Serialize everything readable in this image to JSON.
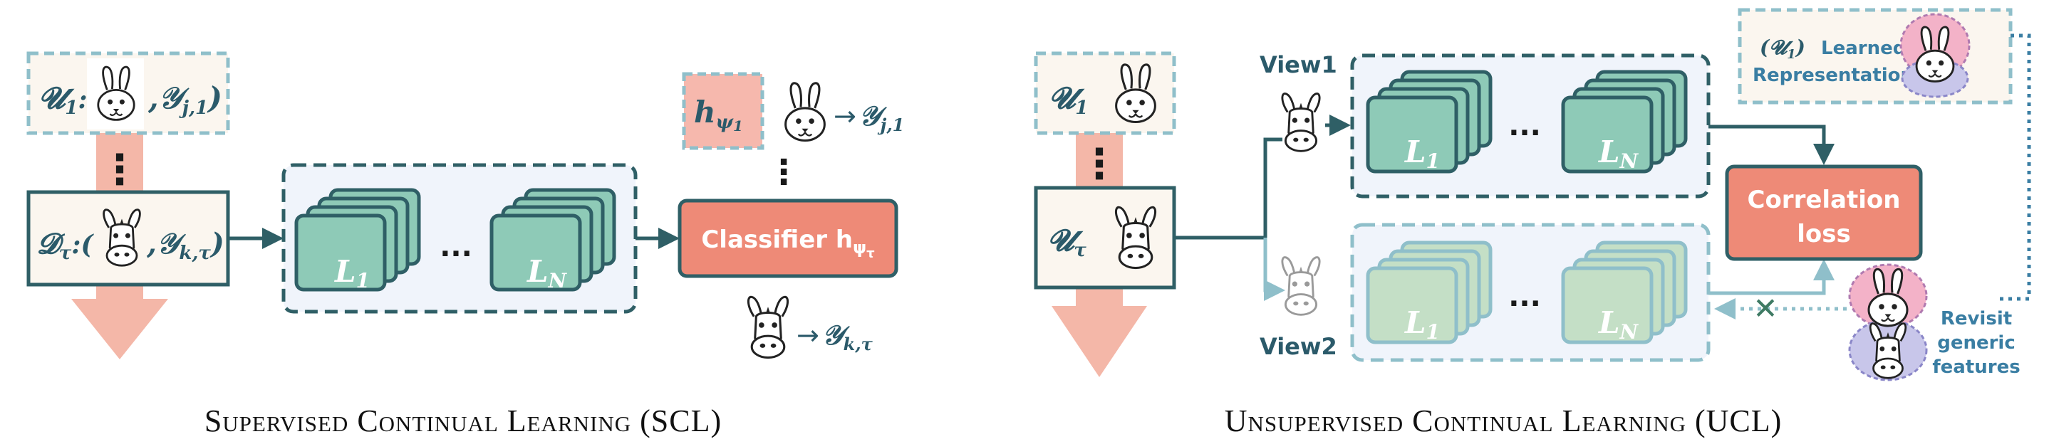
{
  "scl": {
    "caption": "Supervised Continual Learning (SCL)",
    "u1_label": "𝓤",
    "u1_sub": "1",
    "u1_y": "𝒴",
    "u1_y_sub": "j,1",
    "dtau_label": "𝓓",
    "dtau_sub": "τ",
    "dtau_y": "𝒴",
    "dtau_y_sub": "k,τ",
    "colon": ":(",
    "comma": ",",
    "close": ")",
    "layer_first": "L",
    "layer_first_sub": "1",
    "layer_last": "L",
    "layer_last_sub": "N",
    "ellipsis": "···",
    "vdots": "⋮",
    "h_label": "h",
    "h_sub": "ψ",
    "h_sub2": "1",
    "arrow": "→",
    "out1_y": "𝒴",
    "out1_sub": "j,1",
    "out2_y": "𝒴",
    "out2_sub": "k,τ",
    "classifier_text": "Classifier h",
    "classifier_sub": "ψ",
    "classifier_sub2": "τ"
  },
  "ucl": {
    "caption": "Unsupervised Continual Learning (UCL)",
    "u1_label": "𝓤",
    "u1_sub": "1",
    "utau_label": "𝓤",
    "utau_sub": "τ",
    "view1": "View1",
    "view2": "View2",
    "layer_first": "L",
    "layer_first_sub": "1",
    "layer_last": "L",
    "layer_last_sub": "N",
    "ellipsis": "···",
    "vdots": "⋮",
    "corr_line1": "Correlation",
    "corr_line2": "loss",
    "learned_prefix": "(𝓤",
    "learned_sub": "1",
    "learned_suffix": ")",
    "learned_line1": "Learned",
    "learned_line2": "Representation",
    "revisit_line1": "Revisit",
    "revisit_line2": "generic",
    "revisit_line3": "features",
    "cross": "✕"
  },
  "colors": {
    "teal_dark": "#2f5f66",
    "teal_fill": "#8ecab7",
    "teal_light_fill": "#c4dfc6",
    "teal_light_stroke": "#8fbfca",
    "pink_arrow": "#f4b7a8",
    "salmon": "#ee8a77",
    "salmon_stroke": "#d96d5a",
    "pink_box": "#f6b8ad",
    "navy_text": "#2b5a6a",
    "blue_text": "#3a7ea3",
    "panel_fill": "#f0f4fb",
    "note_fill": "#fbf6ef"
  }
}
